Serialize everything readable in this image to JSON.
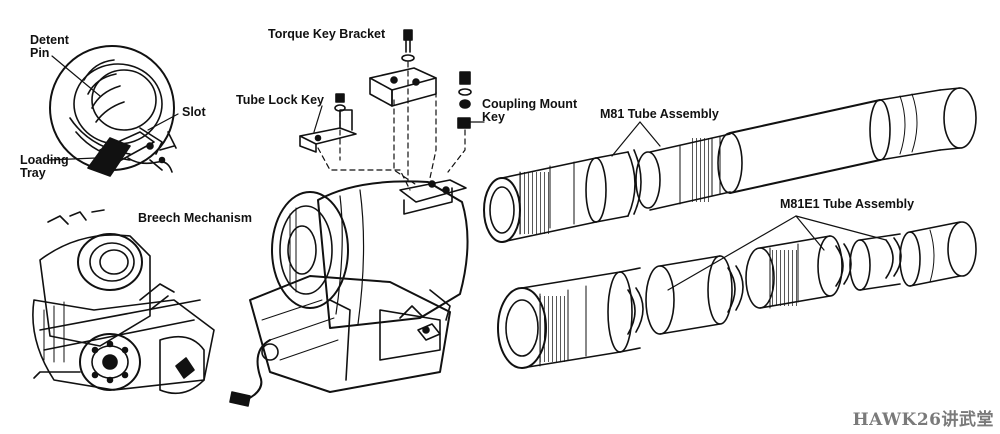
{
  "labels": {
    "detent_pin": "Detent\nPin",
    "slot": "Slot",
    "loading_tray": "Loading\nTray",
    "breech_mechanism": "Breech Mechanism",
    "torque_key_bracket": "Torque Key Bracket",
    "tube_lock_key": "Tube Lock Key",
    "coupling_mount_key": "Coupling Mount\nKey",
    "m81_tube_assembly": "M81 Tube Assembly",
    "m81e1_tube_assembly": "M81E1 Tube Assembly"
  },
  "watermark": "HAWK26讲武堂",
  "colors": {
    "ink": "#111111",
    "paper": "#ffffff",
    "watermark": "#7a7a7a"
  }
}
